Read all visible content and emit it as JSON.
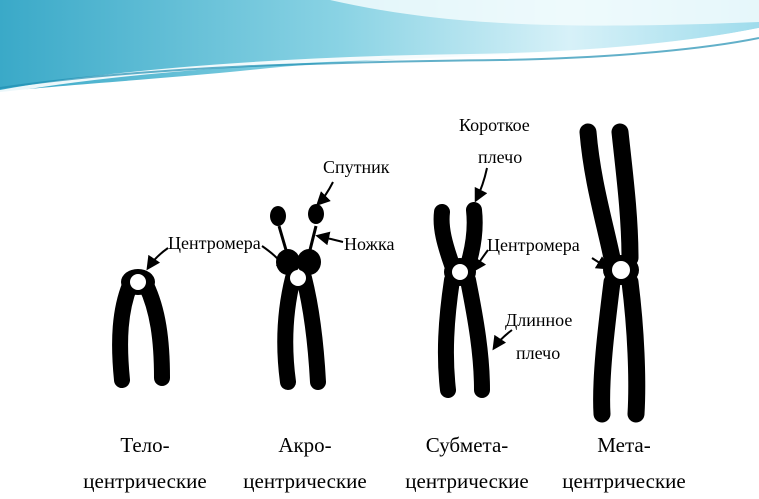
{
  "colors": {
    "banner_light": "#e9f7fb",
    "banner_mid": "#8fd6e6",
    "banner_dark": "#2fa3c4",
    "chromosome": "#000000",
    "centromere": "#ffffff",
    "text": "#000000"
  },
  "annotations": {
    "telo_centromere": "Центромера",
    "satellite": "Спутник",
    "stalk": "Ножка",
    "short_arm_line1": "Короткое",
    "short_arm_line2": "плечо",
    "submeta_centromere": "Центромера",
    "long_arm_line1": "Длинное",
    "long_arm_line2": "плечо"
  },
  "captions": {
    "telo": {
      "line1": "Тело-",
      "line2": "центрические"
    },
    "acro": {
      "line1": "Акро-",
      "line2": "центрические"
    },
    "submeta": {
      "line1": "Субмета-",
      "line2": "центрические"
    },
    "meta": {
      "line1": "Мета-",
      "line2": "центрические"
    }
  }
}
